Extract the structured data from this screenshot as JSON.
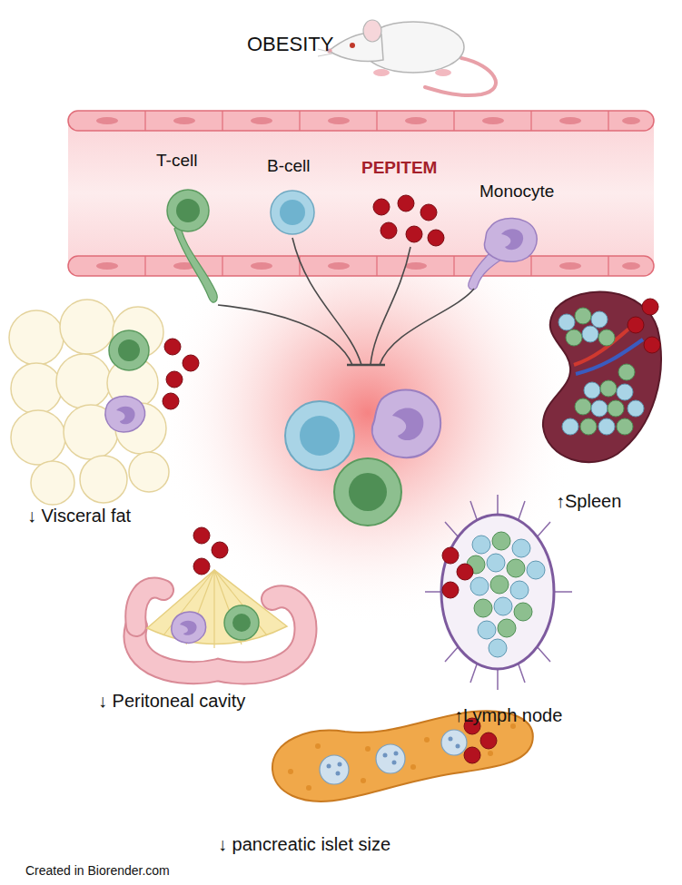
{
  "diagram": {
    "title": "OBESITY",
    "labels": [
      "T-cell",
      "B-cell",
      "PEPITEM",
      "Monocyte",
      "↓ Visceral fat",
      "↑Spleen",
      "↓ Peritoneal cavity",
      "↑Lymph node",
      "↓ pancreatic islet size",
      "Created in Biorender.com"
    ]
  }
}
